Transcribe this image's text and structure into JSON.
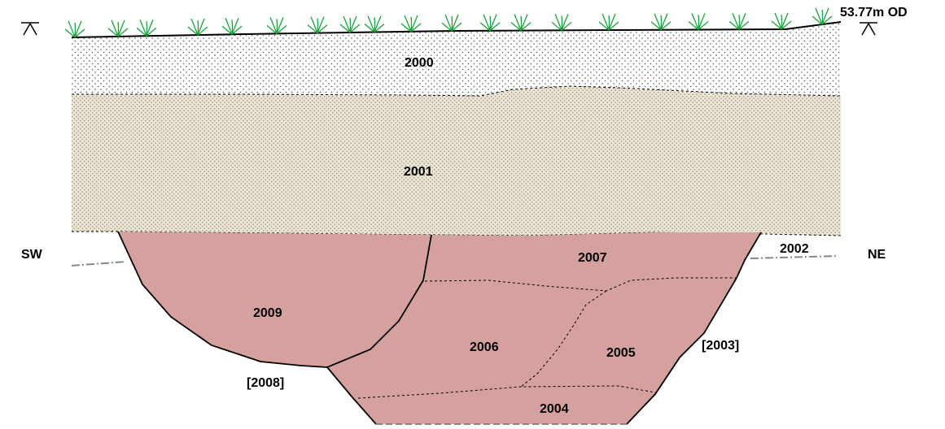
{
  "section": {
    "datum_level": "53.77m OD",
    "orientation": {
      "left": "SW",
      "right": "NE"
    },
    "contexts": {
      "c2000": "2000",
      "c2001": "2001",
      "c2002": "2002",
      "c2004": "2004",
      "c2005": "2005",
      "c2006": "2006",
      "c2007": "2007",
      "c2009": "2009"
    },
    "cuts": {
      "c2003": "[2003]",
      "c2008": "[2008]"
    }
  },
  "colors": {
    "fill_2000": "#ffffff",
    "fill_2001": "#e8e3d6",
    "fill_features": "#d4a19e",
    "stipple_2000": "#555555",
    "stipple_2001": "#9a9670",
    "grass": "#1aa33a",
    "line": "#000000"
  },
  "icons": {
    "datum_marker": "datum-triangle-icon",
    "grass_tuft": "grass-tuft-icon"
  }
}
